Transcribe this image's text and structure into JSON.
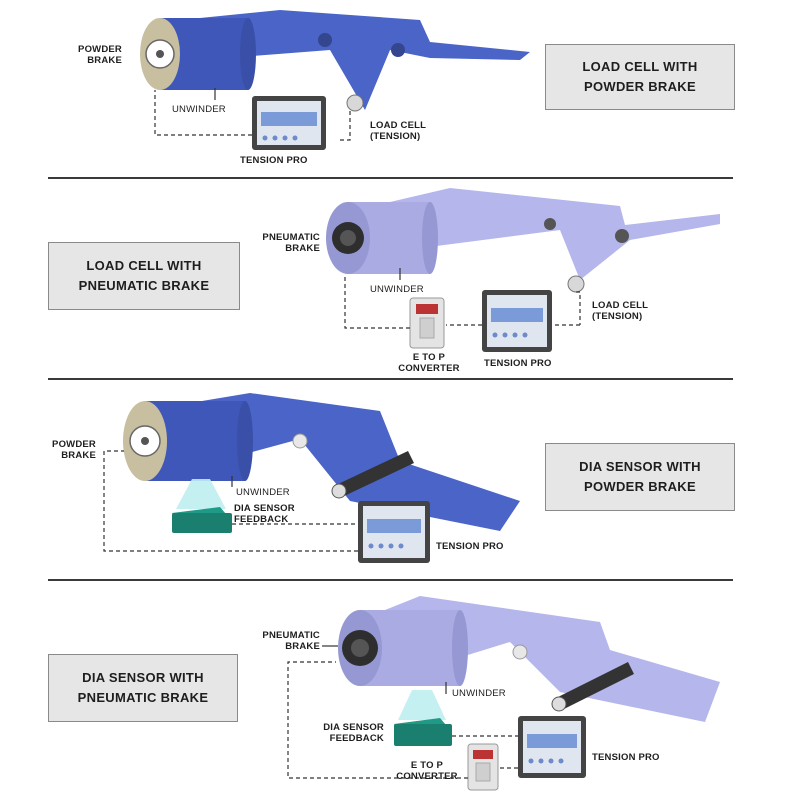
{
  "panels": [
    {
      "title": "LOAD CELL WITH\nPOWDER BRAKE",
      "labels": {
        "brake": "POWDER\nBRAKE",
        "unwinder": "UNWINDER",
        "load_cell": "LOAD CELL\n(TENSION)",
        "controller": "TENSION PRO"
      }
    },
    {
      "title": "LOAD CELL WITH\nPNEUMATIC BRAKE",
      "labels": {
        "brake": "PNEUMATIC\nBRAKE",
        "unwinder": "UNWINDER",
        "load_cell": "LOAD CELL\n(TENSION)",
        "converter": "E TO P\nCONVERTER",
        "controller": "TENSION PRO"
      }
    },
    {
      "title": "DIA SENSOR WITH\nPOWDER BRAKE",
      "labels": {
        "brake": "POWDER\nBRAKE",
        "unwinder": "UNWINDER",
        "sensor": "DIA SENSOR\nFEEDBACK",
        "controller": "TENSION PRO"
      }
    },
    {
      "title": "DIA SENSOR WITH\nPNEUMATIC BRAKE",
      "labels": {
        "brake": "PNEUMATIC\nBRAKE",
        "unwinder": "UNWINDER",
        "sensor": "DIA SENSOR\nFEEDBACK",
        "converter": "E TO P\nCONVERTER",
        "controller": "TENSION PRO"
      }
    }
  ],
  "colors": {
    "web_dark": "#4a64c8",
    "web_light": "#b4b6ec",
    "roll_dark": "#3e57b8",
    "roll_light": "#a9abe2",
    "sensor": "#1f9a86",
    "beam": "#bfeef0",
    "box": "#e6e6e6"
  }
}
